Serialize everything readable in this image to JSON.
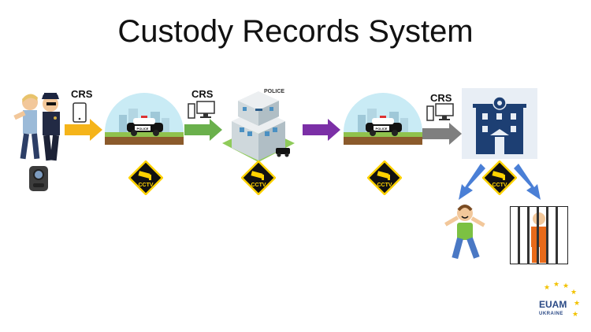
{
  "title": "Custody Records System",
  "crs_labels": [
    "CRS",
    "CRS",
    "CRS"
  ],
  "cctv_label": "CCTV",
  "police_label": "POLICE",
  "logo": {
    "name": "EUAM",
    "sub": "UKRAINE"
  },
  "arrow_colors": {
    "orange": "#f5b41a",
    "green": "#6ab04c",
    "purple": "#7b2fa6",
    "gray": "#7f7f7f",
    "blue": "#4a7fd6"
  }
}
